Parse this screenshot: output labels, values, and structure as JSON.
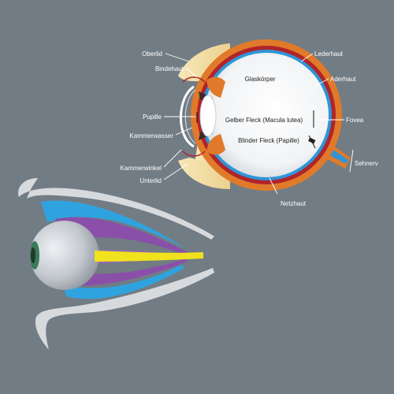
{
  "labels": {
    "oberlid": "Oberlid",
    "bindehaut": "Bindehaut",
    "pupille": "Pupille",
    "kammerwasser": "Kammerwasser",
    "kammerwinkel": "Kammerwinkel",
    "unterlid": "Unterlid",
    "lederhaut": "Lederhaut",
    "aderhaut": "Aderhaut",
    "glaskoerper": "Glaskörper",
    "gelber_fleck": "Gelber Fleck (Macula lutea)",
    "fovea": "Fovea",
    "blinder_fleck": "Blinder Fleck (Papille)",
    "sehnerv": "Sehnerv",
    "netzhaut": "Netzhaut"
  },
  "colors": {
    "background": "#727c84",
    "sclera": "#e07a2a",
    "choroid": "#b0242a",
    "retina": "#2f95d8",
    "vitreous": "#ffffff",
    "eyelid": "#f4dfa8",
    "optic_nerve": "#f0e21c",
    "muscle": "#8a4fa8"
  }
}
